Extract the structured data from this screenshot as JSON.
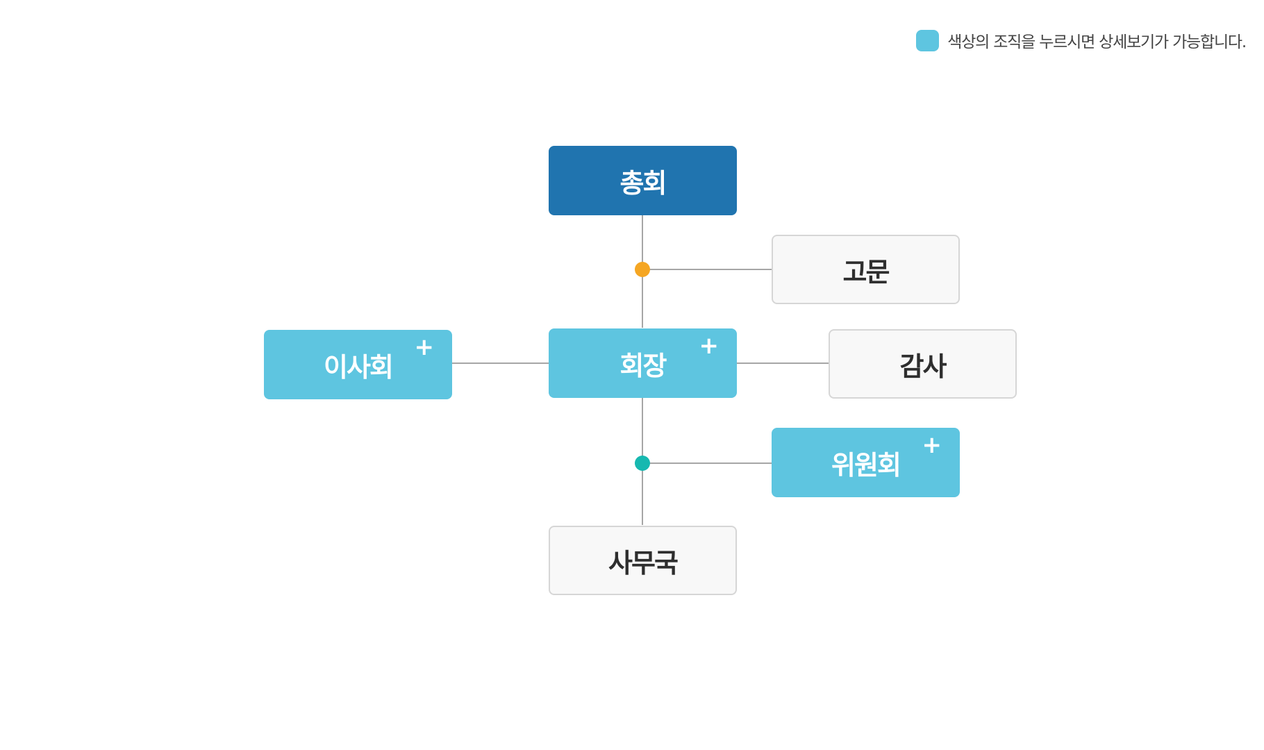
{
  "legend": {
    "text": "색상의 조직을 누르시면 상세보기가 가능합니다.",
    "swatch_color": "#5ec5e0"
  },
  "colors": {
    "dark_box": "#2074af",
    "light_box": "#5ec5e0",
    "plain_box": "#f8f8f8",
    "connector_line": "#a6a6a6",
    "dot_orange": "#f5a623",
    "dot_teal": "#17b8b0"
  },
  "org": {
    "general_assembly": {
      "label": "총회"
    },
    "advisor": {
      "label": "고문"
    },
    "president": {
      "label": "회장",
      "expand_icon": "+"
    },
    "board": {
      "label": "이사회",
      "expand_icon": "+"
    },
    "auditor": {
      "label": "감사"
    },
    "committee": {
      "label": "위원회",
      "expand_icon": "+"
    },
    "secretariat": {
      "label": "사무국"
    }
  }
}
